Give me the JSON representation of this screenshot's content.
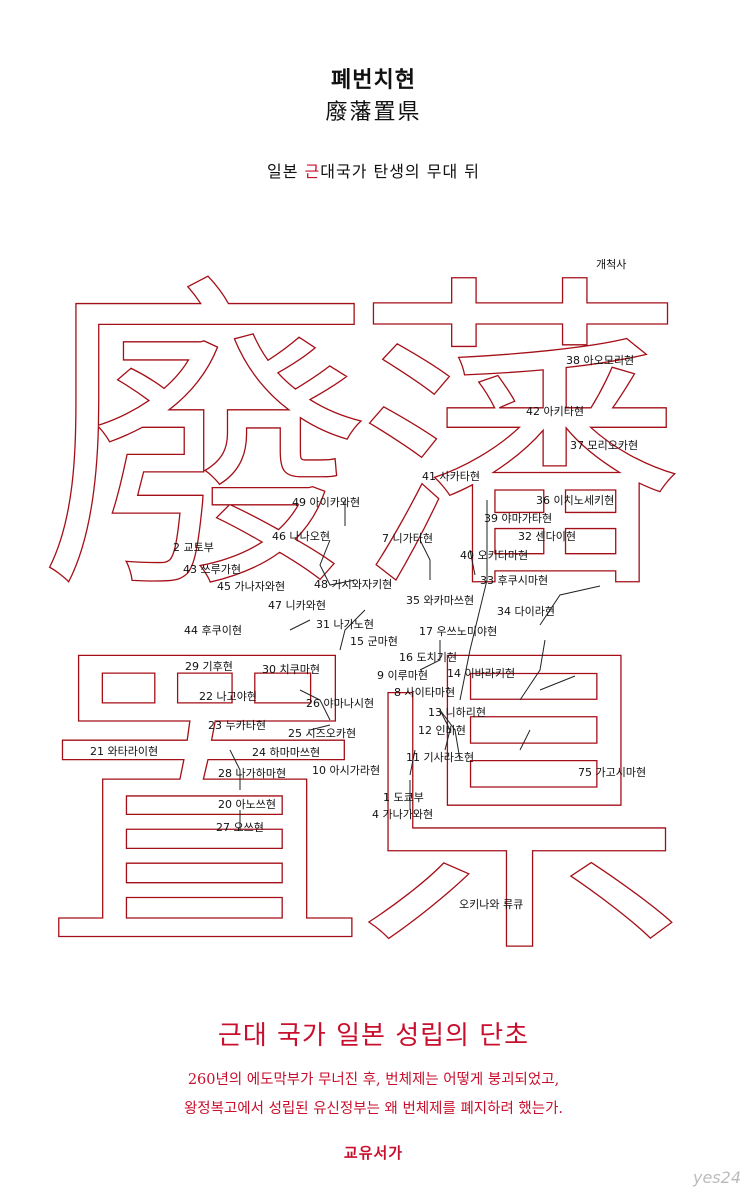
{
  "title": {
    "korean": "폐번치현",
    "hanja": "廢藩置県"
  },
  "subtitle": {
    "part1": "일본 ",
    "accent": "근",
    "part2": "대국가 탄생의 무대 뒤"
  },
  "big_glyphs": [
    "廢",
    "藩",
    "置",
    "県"
  ],
  "map_labels": [
    "개척사",
    "38 아오모리현",
    "42 아키타현",
    "37 모리오카현",
    "41 사카타현",
    "36 이치노세키현",
    "49 아이카와현",
    "39 야마가타현",
    "46 나나오현",
    "7 니가타현",
    "32 센다이현",
    "2 교토부",
    "40 오키타마현",
    "43 쓰루가현",
    "33 후쿠시마현",
    "45 가나자와현",
    "48 가시와자키현",
    "35 와카마쓰현",
    "47 니카와현",
    "34 다이라현",
    "44 후쿠이현",
    "31 나가노현",
    "17 우쓰노미야현",
    "15 군마현",
    "29 기후현",
    "16 도치기현",
    "30 치쿠마현",
    "9 이루마현",
    "14 이바라키현",
    "22 나고야현",
    "8 사이타마현",
    "26 야마나시현",
    "13 니하리현",
    "23 누카타현",
    "25 시즈오카현",
    "12 인바현",
    "21 와타라이현",
    "24 하마마쓰현",
    "11 기사라즈현",
    "28 나가하마현",
    "10 아시가라현",
    "75 가고시마현",
    "1 도쿄부",
    "20 아노쓰현",
    "4 가나가와현",
    "27 오쓰현",
    "오키나와 류큐"
  ],
  "headline": "근대 국가 일본 성립의 단초",
  "description": [
    "260년의 에도막부가 무너진 후, 번체제는 어떻게 붕괴되었고,",
    "왕정복고에서 성립된 유신정부는 왜 번체제를 폐지하려 했는가."
  ],
  "publisher": "교유서가",
  "watermark": "yes24",
  "colors": {
    "accent": "#c8102e",
    "outline": "#a40f17"
  }
}
